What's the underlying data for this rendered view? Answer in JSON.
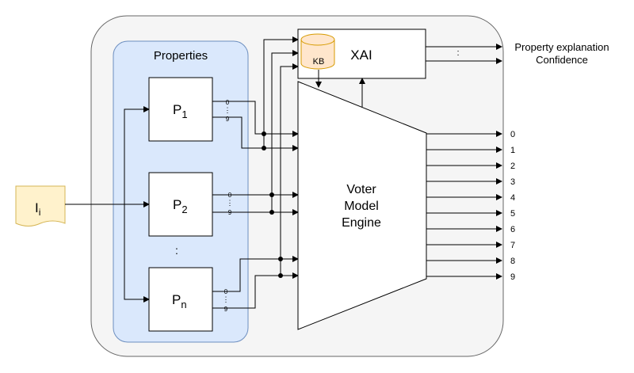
{
  "input": {
    "label": "I",
    "sub": "i"
  },
  "properties": {
    "title": "Properties",
    "blocks": [
      {
        "label": "P",
        "sub": "1"
      },
      {
        "label": "P",
        "sub": "2"
      },
      {
        "label": "P",
        "sub": "n"
      }
    ],
    "ellipsis": ":",
    "port_top": "0",
    "port_bottom": "9"
  },
  "xai": {
    "label": "XAI",
    "kb_label": "KB",
    "ellipsis": ":"
  },
  "engine": {
    "line1": "Voter",
    "line2": "Model",
    "line3": "Engine"
  },
  "outputs": {
    "explanation": "Property explanation",
    "confidence": "Confidence",
    "classes": [
      "0",
      "1",
      "2",
      "3",
      "4",
      "5",
      "6",
      "7",
      "8",
      "9"
    ]
  },
  "colors": {
    "outer_fill": "#f5f5f5",
    "outer_stroke": "#666666",
    "properties_fill": "#dae8fc",
    "properties_stroke": "#6c8ebf",
    "kb_fill": "#ffe6cc",
    "kb_stroke": "#d79b00",
    "input_fill": "#fff2cc",
    "input_stroke": "#d6b656"
  }
}
